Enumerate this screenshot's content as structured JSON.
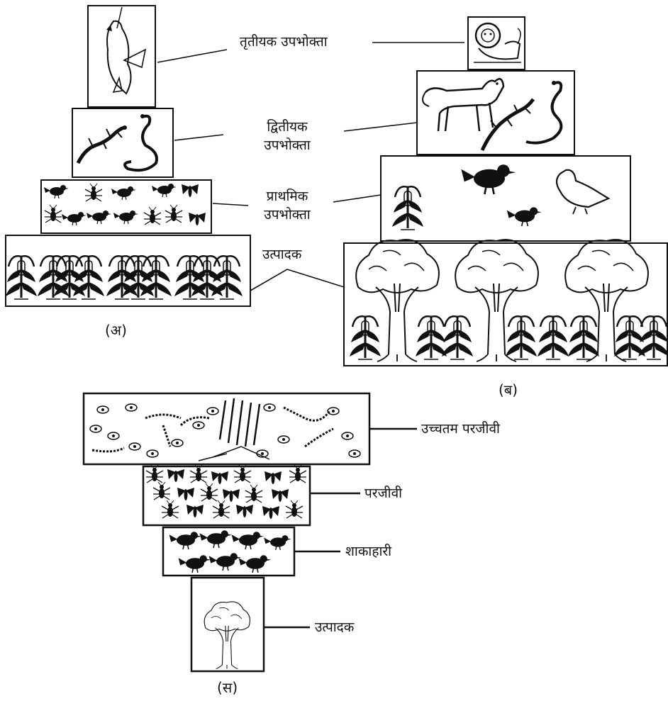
{
  "pyramid_a": {
    "caption": "(अ)",
    "levels": [
      {
        "label": "तृतीयक उपभोक्ता"
      },
      {
        "label_line1": "द्वितीयक",
        "label_line2": "उपभोक्ता"
      },
      {
        "label_line1": "प्राथमिक",
        "label_line2": "उपभोक्ता"
      },
      {
        "label": "उत्पादक"
      }
    ]
  },
  "pyramid_b": {
    "caption": "(ब)"
  },
  "pyramid_c": {
    "caption": "(स)",
    "levels": [
      {
        "label": "उच्चतम परजीवी"
      },
      {
        "label": "परजीवी"
      },
      {
        "label": "शाकाहारी"
      },
      {
        "label": "उत्पादक"
      }
    ]
  },
  "colors": {
    "line": "#111111",
    "background": "#ffffff"
  }
}
